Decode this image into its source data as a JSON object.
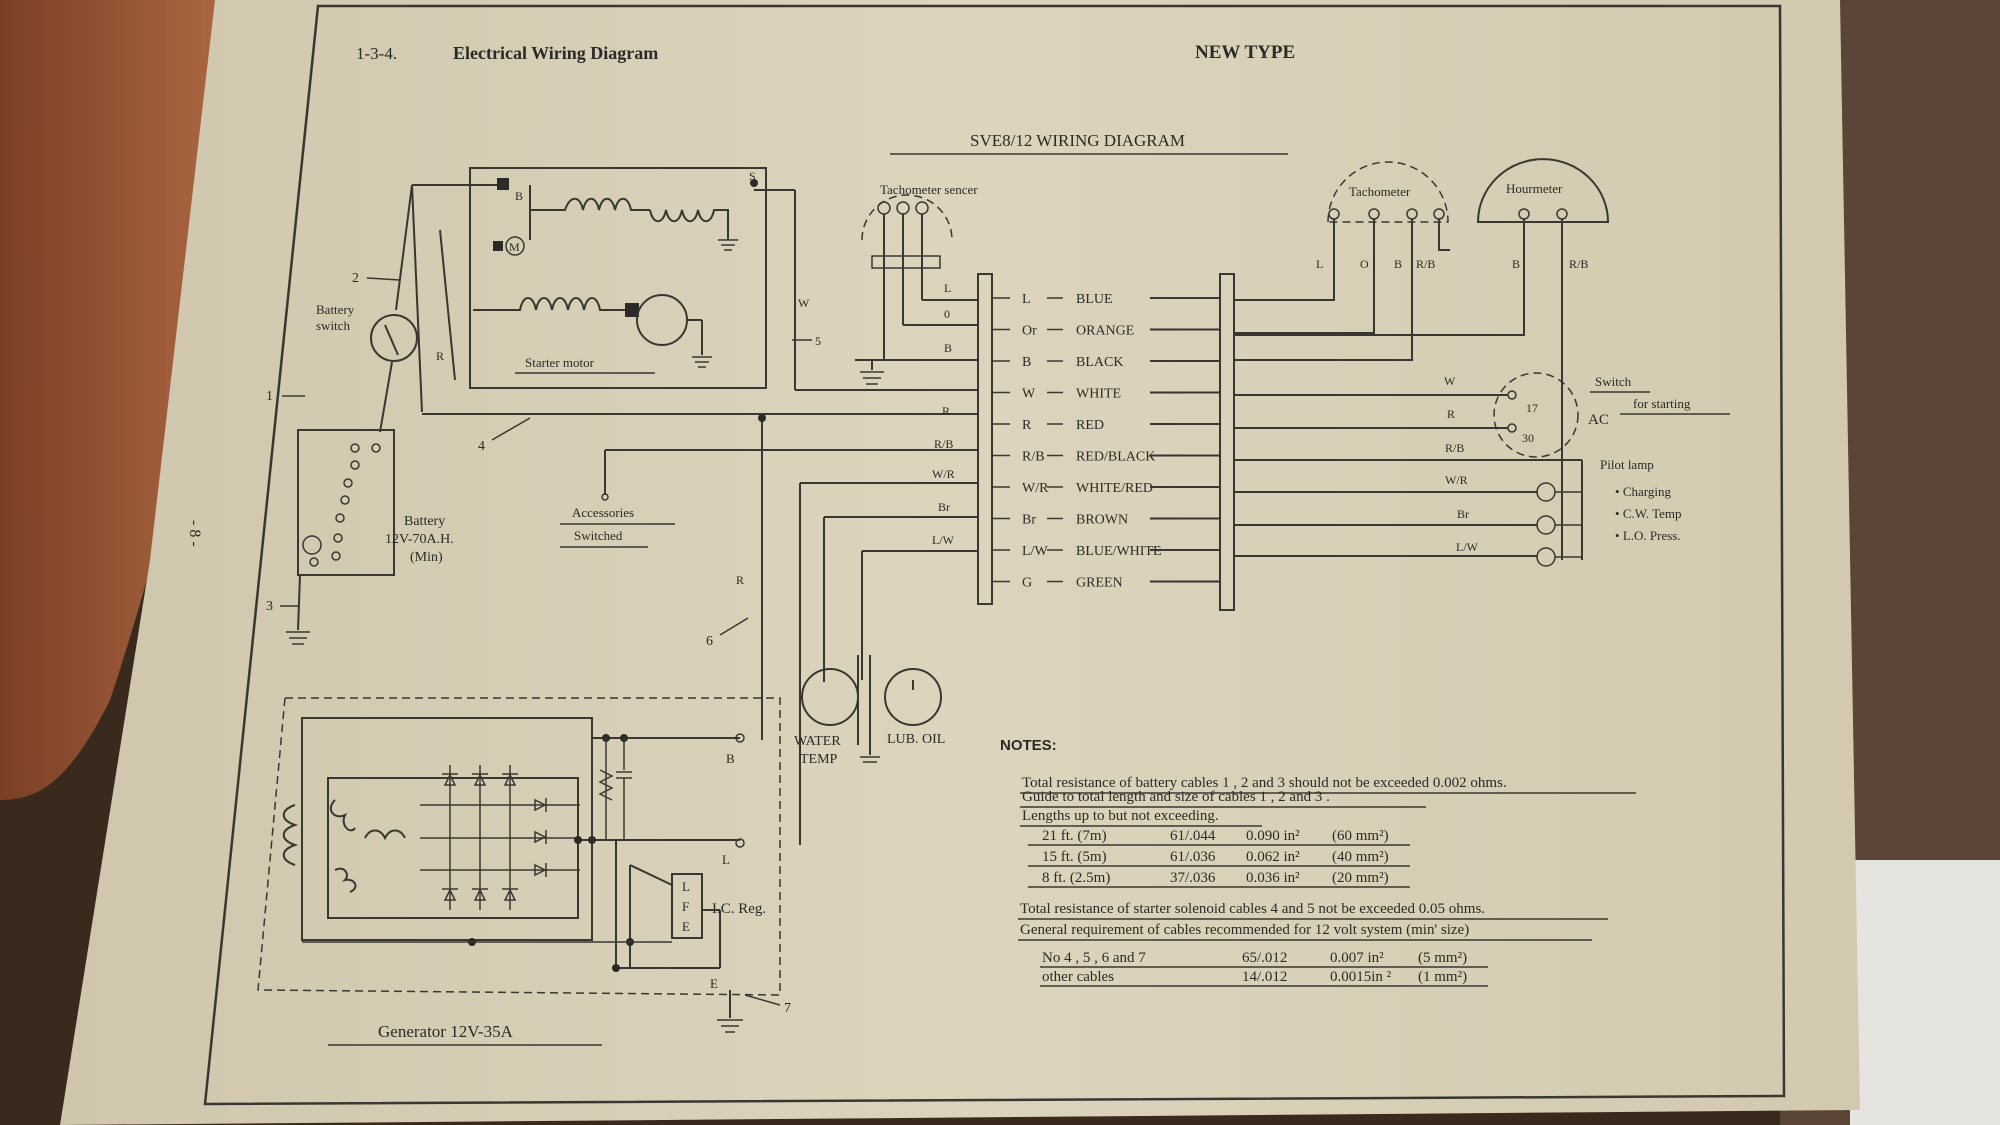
{
  "header": {
    "section": "1-3-4.",
    "title": "Electrical Wiring Diagram",
    "type_label": "NEW TYPE",
    "page_number": "- 8 -"
  },
  "diagram": {
    "title": "SVE8/12 WIRING DIAGRAM",
    "components": {
      "tachometer_sensor": "Tachometer sencer",
      "tachometer": "Tachometer",
      "hourmeter": "Hourmeter",
      "starter_motor": "Starter motor",
      "starter_m": "M",
      "starter_s": "S",
      "starter_b": "B",
      "battery_switch_1": "Battery",
      "battery_switch_2": "switch",
      "battery_1": "Battery",
      "battery_2": "12V-70A.H.",
      "battery_3": "(Min)",
      "accessories_1": "Accessories",
      "accessories_2": "Switched",
      "water_temp_1": "WATER",
      "water_temp_2": "TEMP",
      "lub_oil": "LUB. OIL",
      "generator": "Generator 12V-35A",
      "ic_reg": "I.C. Reg.",
      "reg_l": "L",
      "reg_f": "F",
      "reg_e": "E",
      "switch_1": "Switch",
      "switch_2": "for starting",
      "switch_17": "17",
      "switch_30": "30",
      "switch_ac": "AC",
      "pilot_lamp": "Pilot lamp",
      "pilot_items": [
        "Charging",
        "C.W. Temp",
        "L.O. Press."
      ]
    },
    "cable_numbers": [
      "1",
      "2",
      "3",
      "4",
      "5",
      "6",
      "7"
    ],
    "wire_legend": [
      {
        "code": "L",
        "color": "BLUE"
      },
      {
        "code": "Or",
        "color": "ORANGE"
      },
      {
        "code": "B",
        "color": "BLACK"
      },
      {
        "code": "W",
        "color": "WHITE"
      },
      {
        "code": "R",
        "color": "RED"
      },
      {
        "code": "R/B",
        "color": "RED/BLACK"
      },
      {
        "code": "W/R",
        "color": "WHITE/RED"
      },
      {
        "code": "Br",
        "color": "BROWN"
      },
      {
        "code": "L/W",
        "color": "BLUE/WHITE"
      },
      {
        "code": "G",
        "color": "GREEN"
      }
    ],
    "left_wire_labels": {
      "sensor": [
        "L",
        "0",
        "B"
      ],
      "main": [
        "R",
        "R/B",
        "W/R",
        "Br",
        "L/W"
      ],
      "w": "W",
      "r_left": "R",
      "r_gen": "R",
      "b_gen": "B",
      "l_gen": "L",
      "e_gen": "E"
    },
    "right_wire_labels": [
      "W",
      "R",
      "R/B",
      "W/R",
      "Br",
      "L/W"
    ],
    "meter_pins": {
      "tach": [
        "L",
        "O",
        "B",
        "R/B"
      ],
      "hour": [
        "B",
        "R/B"
      ]
    }
  },
  "notes": {
    "heading": "NOTES:",
    "line1": "Total resistance of battery cables 1 , 2 and 3 should not be exceeded 0.002 ohms.",
    "line2": "Guide to total length and size of cables 1 , 2 and 3 .",
    "line3": "Lengths up to but not exceeding.",
    "length_table": [
      {
        "length": "21 ft. (7m)",
        "strand": "61/.044",
        "area": "0.090 in²",
        "metric": "(60 mm²)"
      },
      {
        "length": "15 ft. (5m)",
        "strand": "61/.036",
        "area": "0.062 in²",
        "metric": "(40 mm²)"
      },
      {
        "length": "8 ft. (2.5m)",
        "strand": "37/.036",
        "area": "0.036 in²",
        "metric": "(20 mm²)"
      }
    ],
    "line4": "Total resistance of starter solenoid cables 4 and 5 not be exceeded 0.05 ohms.",
    "line5": "General requirement of cables recommended for 12 volt system (min' size)",
    "cable_table": [
      {
        "cables": "No 4 , 5 , 6 and 7",
        "strand": "65/.012",
        "area": "0.007 in²",
        "metric": "(5 mm²)"
      },
      {
        "cables": "other cables",
        "strand": "14/.012",
        "area": "0.0015in ²",
        "metric": "(1 mm²)"
      }
    ]
  }
}
